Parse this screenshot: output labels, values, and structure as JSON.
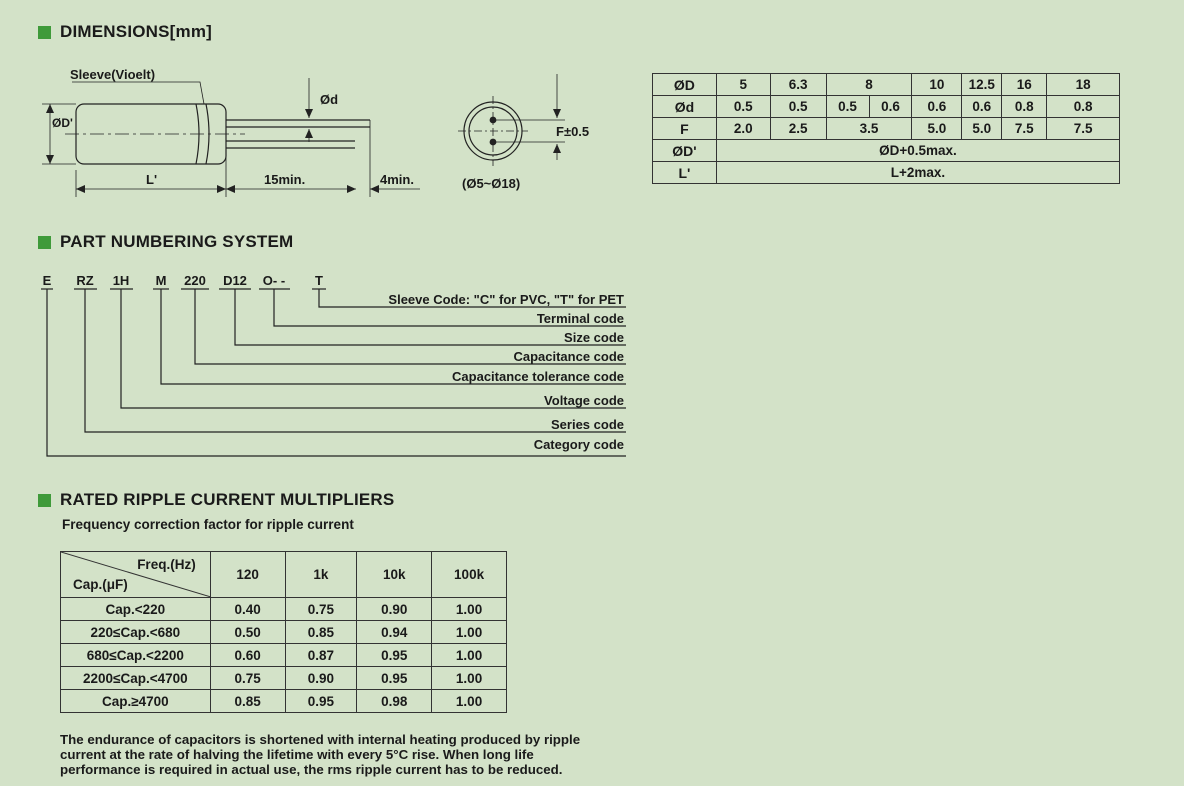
{
  "sections": {
    "dimensions": "DIMENSIONS[mm]",
    "part_numbering": "PART NUMBERING SYSTEM",
    "ripple": "RATED RIPPLE CURRENT MULTIPLIERS"
  },
  "drawing": {
    "sleeve_label": "Sleeve(Vioelt)",
    "od_prime": "ØD'",
    "phi_d": "Ød",
    "l_prime": "L'",
    "min15": "15min.",
    "min4": "4min.",
    "f_tol": "F±0.5",
    "range": "(Ø5~Ø18)"
  },
  "dim_table": {
    "rows": [
      {
        "head": "ØD",
        "cells": [
          "5",
          "6.3",
          "8",
          "10",
          "12.5",
          "16",
          "18"
        ]
      },
      {
        "head": "Ød",
        "cells": [
          "0.5",
          "0.5",
          "0.5",
          "0.6",
          "0.6",
          "0.6",
          "0.8",
          "0.8"
        ]
      },
      {
        "head": "F",
        "cells": [
          "2.0",
          "2.5",
          "3.5",
          "5.0",
          "5.0",
          "7.5",
          "7.5"
        ]
      },
      {
        "head": "ØD'",
        "cells": [
          "ØD+0.5max."
        ]
      },
      {
        "head": "L'",
        "cells": [
          "L+2max."
        ]
      }
    ]
  },
  "part_numbering": {
    "codes": [
      "E",
      "RZ",
      "1H",
      "M",
      "220",
      "D12",
      "O- -",
      "T"
    ],
    "labels": [
      "Sleeve Code: \"C\" for PVC, \"T\" for PET",
      "Terminal code",
      "Size code",
      "Capacitance code",
      "Capacitance tolerance code",
      "Voltage code",
      "Series code",
      "Category code"
    ]
  },
  "ripple": {
    "subtitle": "Frequency correction factor for ripple current",
    "header_freq": "Freq.(Hz)",
    "header_cap": "Cap.(μF)",
    "freqs": [
      "120",
      "1k",
      "10k",
      "100k"
    ],
    "rows": [
      {
        "cap": "Cap.<220",
        "values": [
          "0.40",
          "0.75",
          "0.90",
          "1.00"
        ]
      },
      {
        "cap": "220≤Cap.<680",
        "values": [
          "0.50",
          "0.85",
          "0.94",
          "1.00"
        ]
      },
      {
        "cap": "680≤Cap.<2200",
        "values": [
          "0.60",
          "0.87",
          "0.95",
          "1.00"
        ]
      },
      {
        "cap": "2200≤Cap.<4700",
        "values": [
          "0.75",
          "0.90",
          "0.95",
          "1.00"
        ]
      },
      {
        "cap": "Cap.≥4700",
        "values": [
          "0.85",
          "0.95",
          "0.98",
          "1.00"
        ]
      }
    ],
    "note_lines": [
      "The endurance of capacitors is shortened with internal heating produced by ripple",
      "current at the rate of halving the lifetime with every 5°C rise. When long life",
      "performance is required in actual use, the rms ripple current has to be reduced."
    ]
  }
}
